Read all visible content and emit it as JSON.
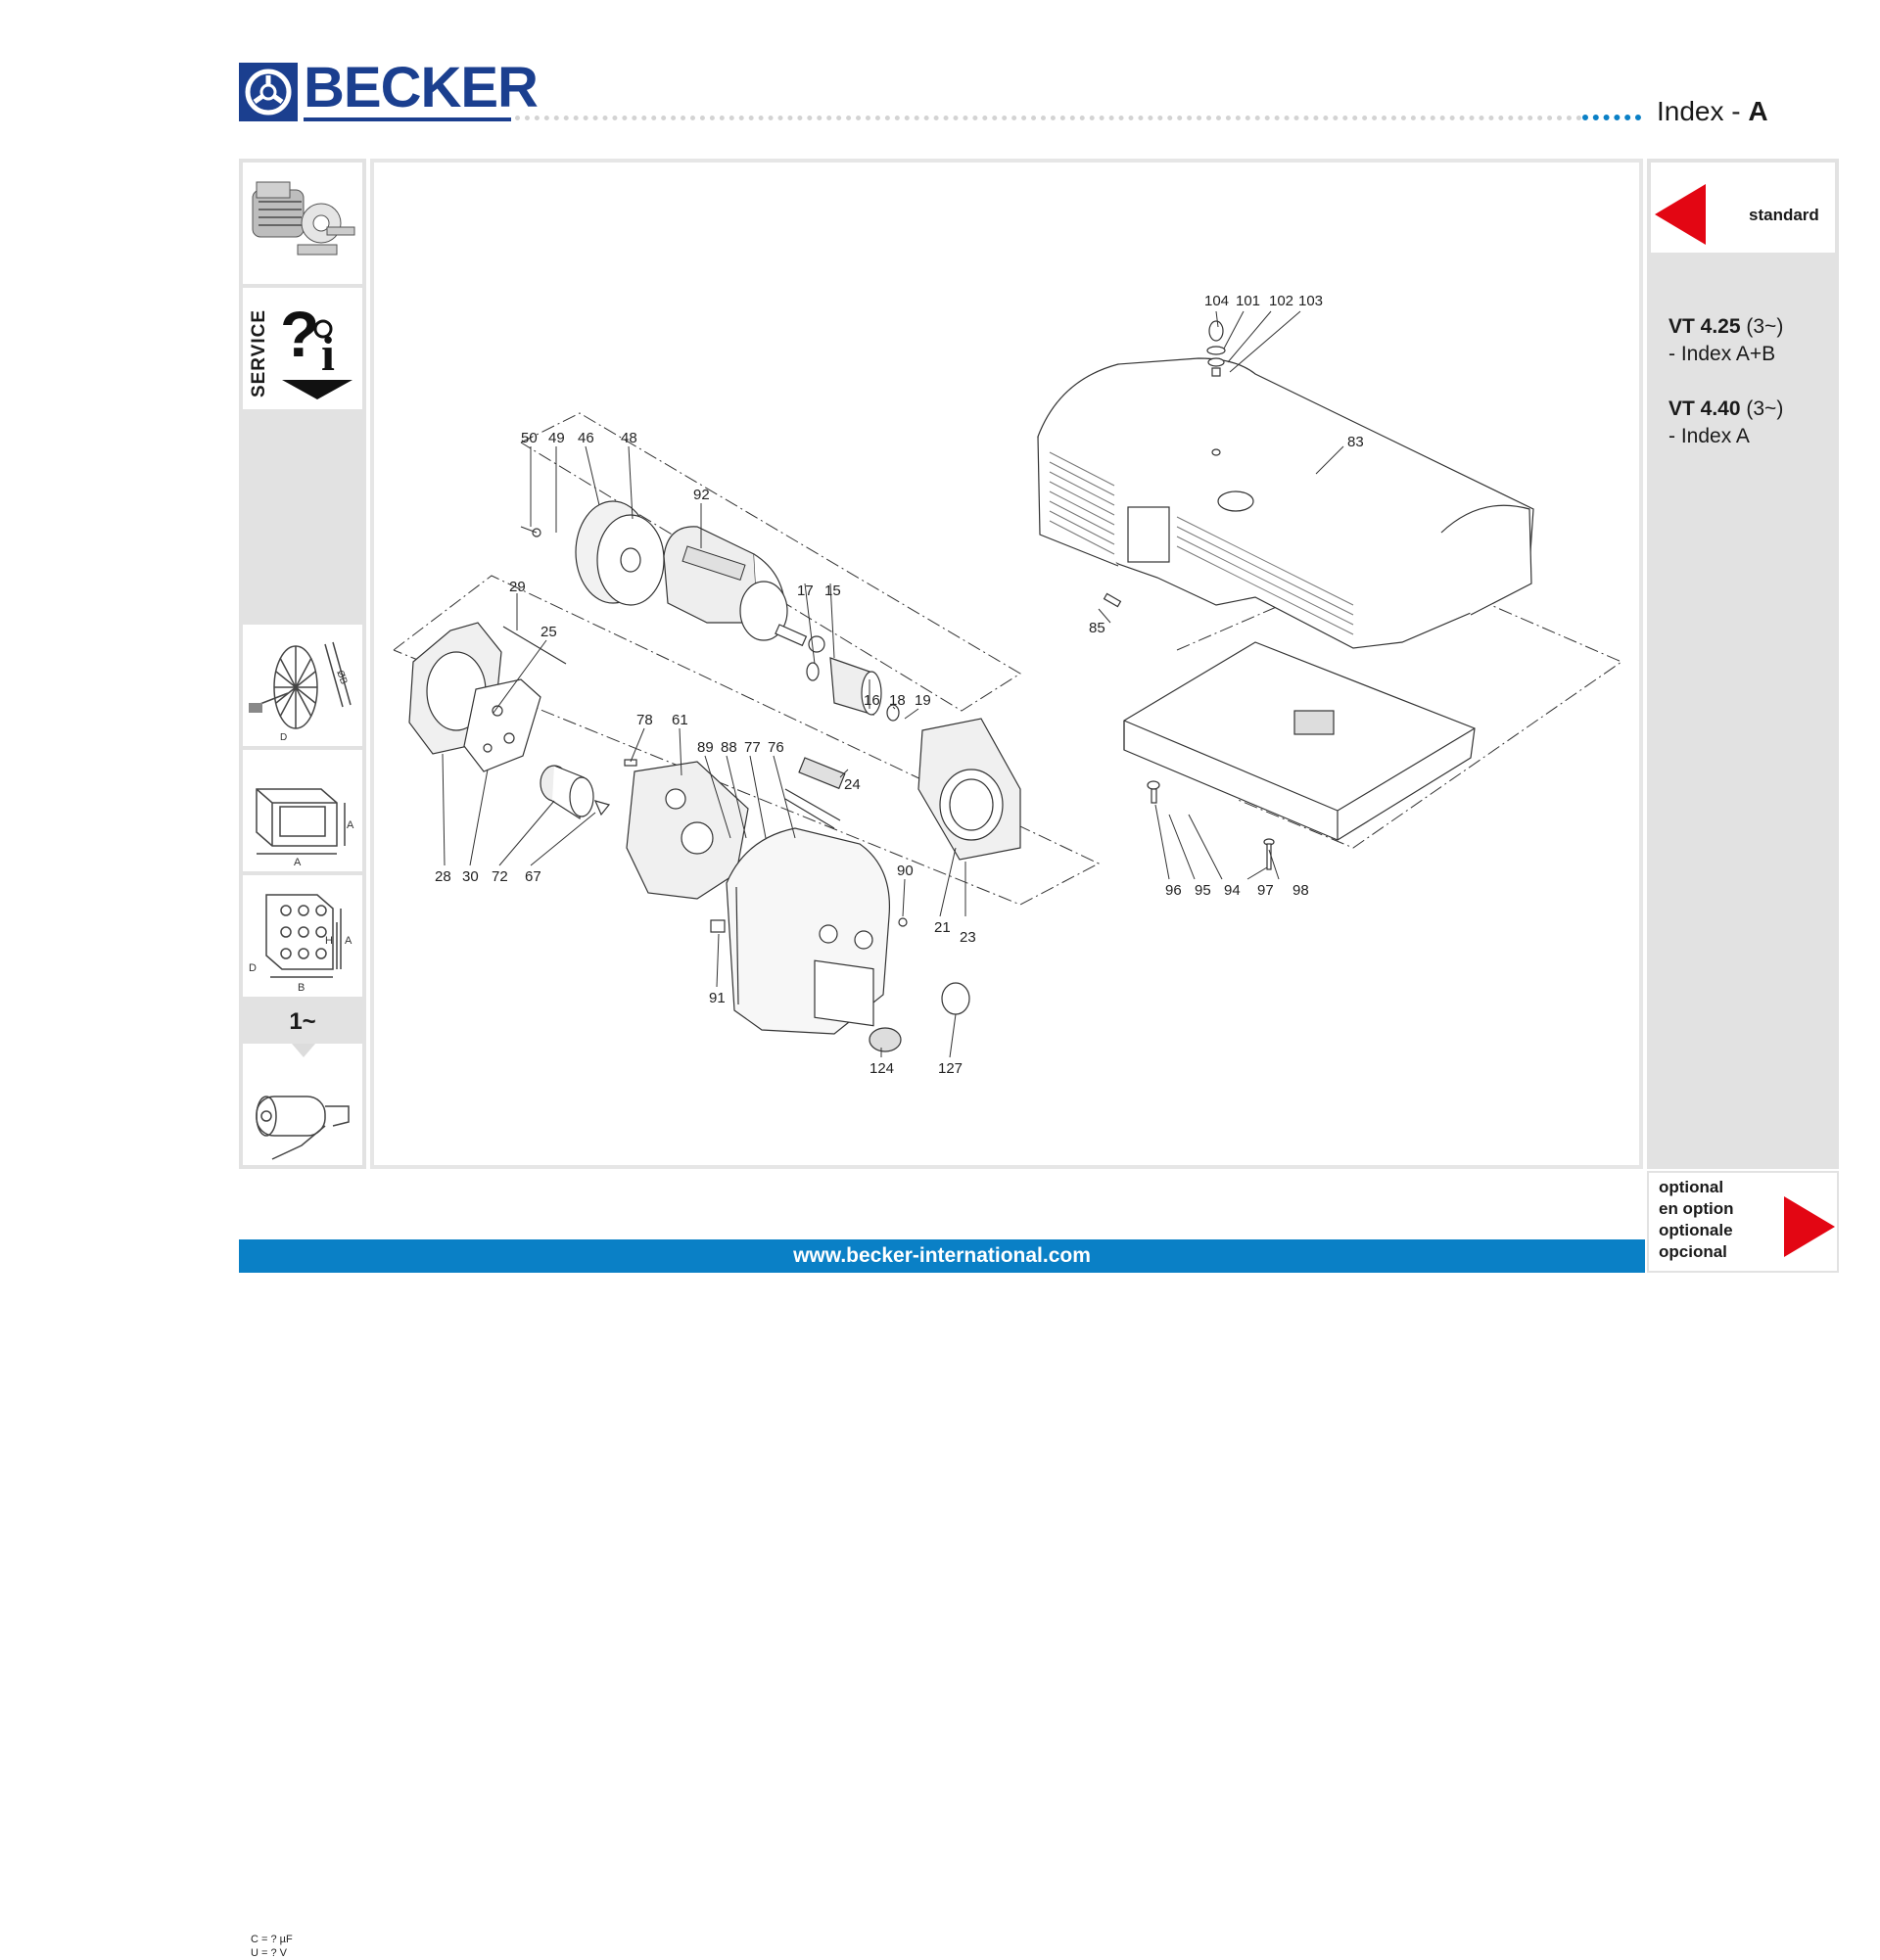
{
  "header": {
    "brand": "BECKER",
    "index_prefix": "Index - ",
    "index_letter": "A"
  },
  "sidebar_left": {
    "service_label": "SERVICE",
    "phase_label": "1~",
    "capacitor_c": "C = ? µF",
    "capacitor_u": "U = ? V"
  },
  "drawing": {
    "part_numbers": [
      "104",
      "101",
      "102",
      "103",
      "83",
      "85",
      "96",
      "95",
      "94",
      "97",
      "98",
      "50",
      "49",
      "46",
      "48",
      "92",
      "17",
      "15",
      "16",
      "18",
      "19",
      "24",
      "21",
      "23",
      "29",
      "25",
      "28",
      "30",
      "72",
      "67",
      "78",
      "61",
      "89",
      "88",
      "77",
      "76",
      "90",
      "91",
      "124",
      "127"
    ]
  },
  "sidebar_right": {
    "standard_label": "standard",
    "models": [
      {
        "name": "VT 4.25",
        "phase": " (3~)",
        "index": "- Index A+B"
      },
      {
        "name": "VT 4.40",
        "phase": " (3~)",
        "index": "- Index A"
      }
    ],
    "optional_labels": [
      "optional",
      "en option",
      "optionale",
      "opcional"
    ]
  },
  "footer": {
    "url": "www.becker-international.com"
  },
  "colors": {
    "brand_blue": "#1b3f8f",
    "accent_blue": "#0a80c6",
    "arrow_red": "#e30613",
    "panel_gray": "#e2e2e2"
  }
}
